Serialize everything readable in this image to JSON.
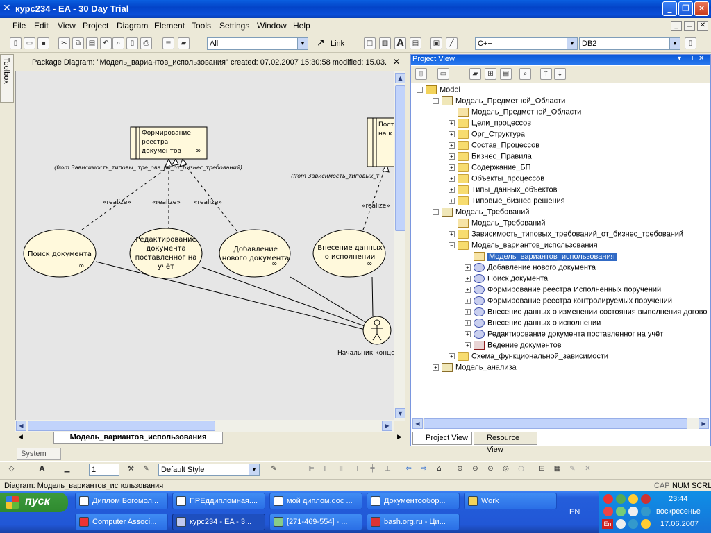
{
  "window": {
    "title": "курс234 - EA - 30 Day Trial",
    "app_icon": "ea-icon"
  },
  "menu": [
    "File",
    "Edit",
    "View",
    "Project",
    "Diagram",
    "Element",
    "Tools",
    "Settings",
    "Window",
    "Help"
  ],
  "toolbar": {
    "filter_value": "All",
    "link_label": "Link",
    "language_value": "C++",
    "db_value": "DB2"
  },
  "toolbox_label": "Toolbox",
  "diagram": {
    "header": "Package Diagram: \"Модель_вариантов_использования\"   created: 07.02.2007 15:30:58  modified: 15.03.",
    "tab": "Модель_вариантов_использования",
    "elements": {
      "component1": "Формирование реестра документов",
      "component1_from": "(from Зависимость_типовы_ тре_ова_ий_от_бизнес_требований)",
      "component2": "Пост на к",
      "component2_from": "(from Зависимость_типовых_т",
      "realize": "«realize»",
      "uc1": "Поиск документа",
      "uc2": "Редактирование документа поставленног на учёт",
      "uc3": "Добавление нового документа",
      "uc4": "Внесение данных о исполнении",
      "actor": "Начальник конце"
    }
  },
  "project_view": {
    "title": "Project View",
    "tree": [
      {
        "label": "Model",
        "icon": "model",
        "level": 0,
        "exp": "-"
      },
      {
        "label": "Модель_Предметной_Области",
        "icon": "pkg",
        "level": 1,
        "exp": "-"
      },
      {
        "label": "Модель_Предметной_Области",
        "icon": "diag",
        "level": 2,
        "exp": ""
      },
      {
        "label": "Цели_процессов",
        "icon": "folder",
        "level": 2,
        "exp": "+"
      },
      {
        "label": "Орг_Структура",
        "icon": "folder",
        "level": 2,
        "exp": "+"
      },
      {
        "label": "Состав_Процессов",
        "icon": "folder",
        "level": 2,
        "exp": "+"
      },
      {
        "label": "Бизнес_Правила",
        "icon": "folder",
        "level": 2,
        "exp": "+"
      },
      {
        "label": "Содержание_БП",
        "icon": "folder",
        "level": 2,
        "exp": "+"
      },
      {
        "label": "Объекты_процессов",
        "icon": "folder",
        "level": 2,
        "exp": "+"
      },
      {
        "label": "Типы_данных_объектов",
        "icon": "folder",
        "level": 2,
        "exp": "+"
      },
      {
        "label": "Типовые_бизнес-решения",
        "icon": "folder",
        "level": 2,
        "exp": "+"
      },
      {
        "label": "Модель_Требований",
        "icon": "pkg",
        "level": 1,
        "exp": "-"
      },
      {
        "label": "Модель_Требований",
        "icon": "diag",
        "level": 2,
        "exp": ""
      },
      {
        "label": "Зависимость_типовых_требований_от_бизнес_требований",
        "icon": "folder",
        "level": 2,
        "exp": "+"
      },
      {
        "label": "Модель_вариантов_использования",
        "icon": "folder",
        "level": 2,
        "exp": "-"
      },
      {
        "label": "Модель_вариантов_использования",
        "icon": "diag",
        "level": 3,
        "exp": "",
        "selected": true
      },
      {
        "label": "Добавление нового документа",
        "icon": "uc",
        "level": 3,
        "exp": "+"
      },
      {
        "label": "Поиск документа",
        "icon": "uc",
        "level": 3,
        "exp": "+"
      },
      {
        "label": "Формирование реестра Исполненных поручений",
        "icon": "uc",
        "level": 3,
        "exp": "+"
      },
      {
        "label": "Формирование реестра контролируемых поручений",
        "icon": "uc",
        "level": 3,
        "exp": "+"
      },
      {
        "label": "Внесение данных о изменении состояния выполнения догово",
        "icon": "uc",
        "level": 3,
        "exp": "+"
      },
      {
        "label": "Внесение данных о исполнении",
        "icon": "uc",
        "level": 3,
        "exp": "+"
      },
      {
        "label": "Редактирование документа поставленног на учёт",
        "icon": "uc",
        "level": 3,
        "exp": "+"
      },
      {
        "label": "Ведение документов",
        "icon": "cls",
        "level": 3,
        "exp": "+"
      },
      {
        "label": "Схема_функциональной_зависимости",
        "icon": "folder",
        "level": 2,
        "exp": "+"
      },
      {
        "label": "Модель_анализа",
        "icon": "pkg",
        "level": 1,
        "exp": "+"
      }
    ],
    "tab_project": "Project View",
    "tab_resource": "Resource View"
  },
  "bottom": {
    "system_tab": "System",
    "font_size": "1",
    "style_value": "Default Style"
  },
  "status": {
    "text": "Diagram: Модель_вариантов_использования",
    "cap": "CAP",
    "num": "NUM",
    "scrl": "SCRL"
  },
  "taskbar": {
    "start": "пуск",
    "row1": [
      "Диплом Богомол...",
      "ПРЕддипломная....",
      "мой диплом.doc ...",
      "Документообор...",
      "Work"
    ],
    "row2": [
      "Computer Associ...",
      "курс234 - EA - 3...",
      "[271-469-554] - ...",
      "bash.org.ru - Ци..."
    ],
    "lang": "EN",
    "time": "23:44",
    "day": "воскресенье",
    "date": "17.06.2007",
    "tray_lang": "En"
  }
}
